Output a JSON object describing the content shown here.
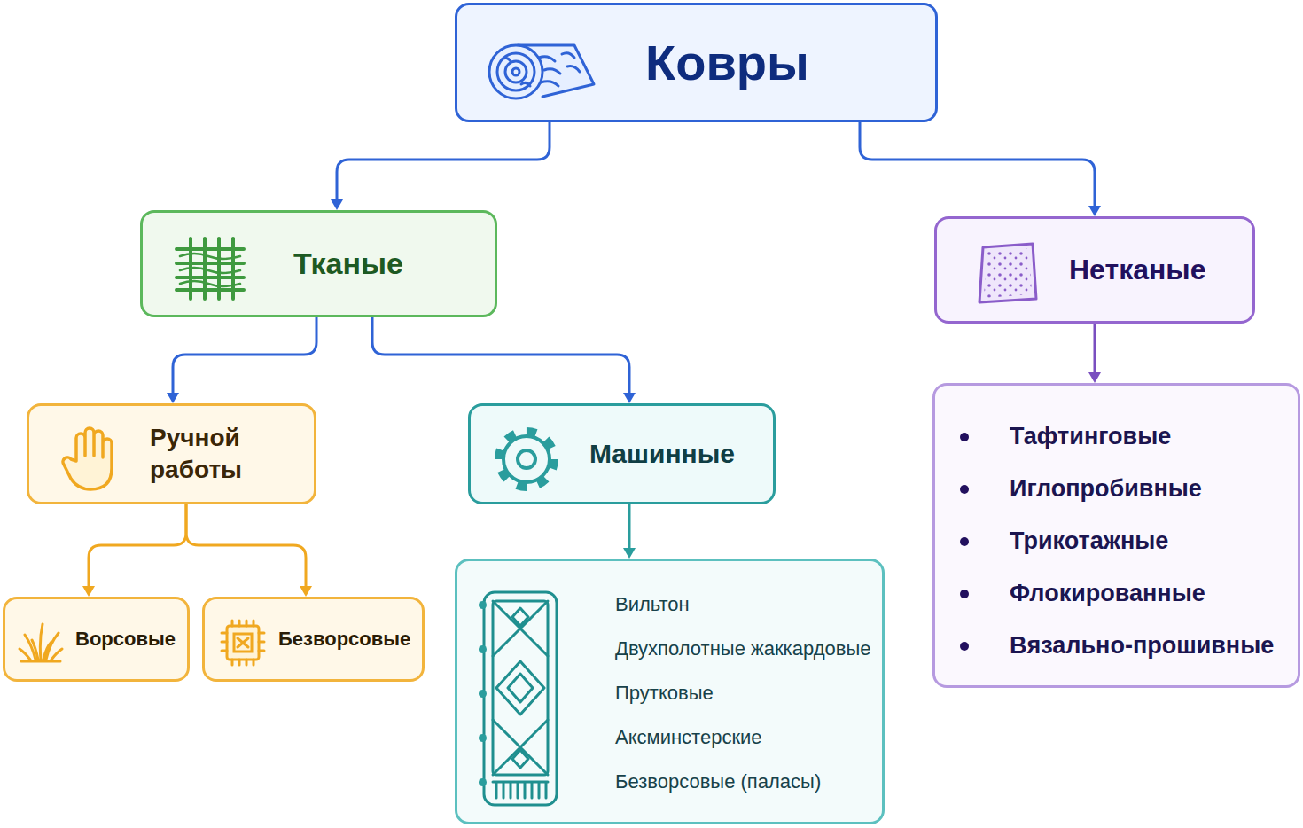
{
  "diagram": {
    "nodes": [
      {
        "text": [
          "Ковры"
        ]
      },
      {
        "text": [
          "Тканые"
        ]
      },
      {
        "text": [
          "Нетканые"
        ]
      },
      {
        "text": [
          "Ручной работы"
        ]
      },
      {
        "text": [
          "Машинные"
        ]
      },
      {
        "text": [
          "Вильтон",
          "Двухполотные жаккардовые",
          "Прутковые",
          "Аксминстерские",
          "Безворсовые (паласы)"
        ]
      },
      {
        "text": [
          "Тафтинговые",
          "Иглопробивные",
          "Трикотажные",
          "Флокированные",
          "Вязально-прошивные"
        ]
      },
      {
        "text": [
          "Ворсовые"
        ]
      },
      {
        "text": [
          "Безворсовые"
        ]
      }
    ],
    "edges": [
      {
        "from": 0,
        "to": 1,
        "arrow": "to"
      },
      {
        "from": 0,
        "to": 2,
        "arrow": "to"
      },
      {
        "from": 1,
        "to": 3,
        "arrow": "to"
      },
      {
        "from": 1,
        "to": 4,
        "arrow": "to"
      },
      {
        "from": 4,
        "to": 5,
        "arrow": "to"
      },
      {
        "from": 2,
        "to": 6,
        "arrow": "to"
      },
      {
        "from": 3,
        "to": 7,
        "arrow": "to"
      },
      {
        "from": 3,
        "to": 8,
        "arrow": "to"
      }
    ]
  }
}
